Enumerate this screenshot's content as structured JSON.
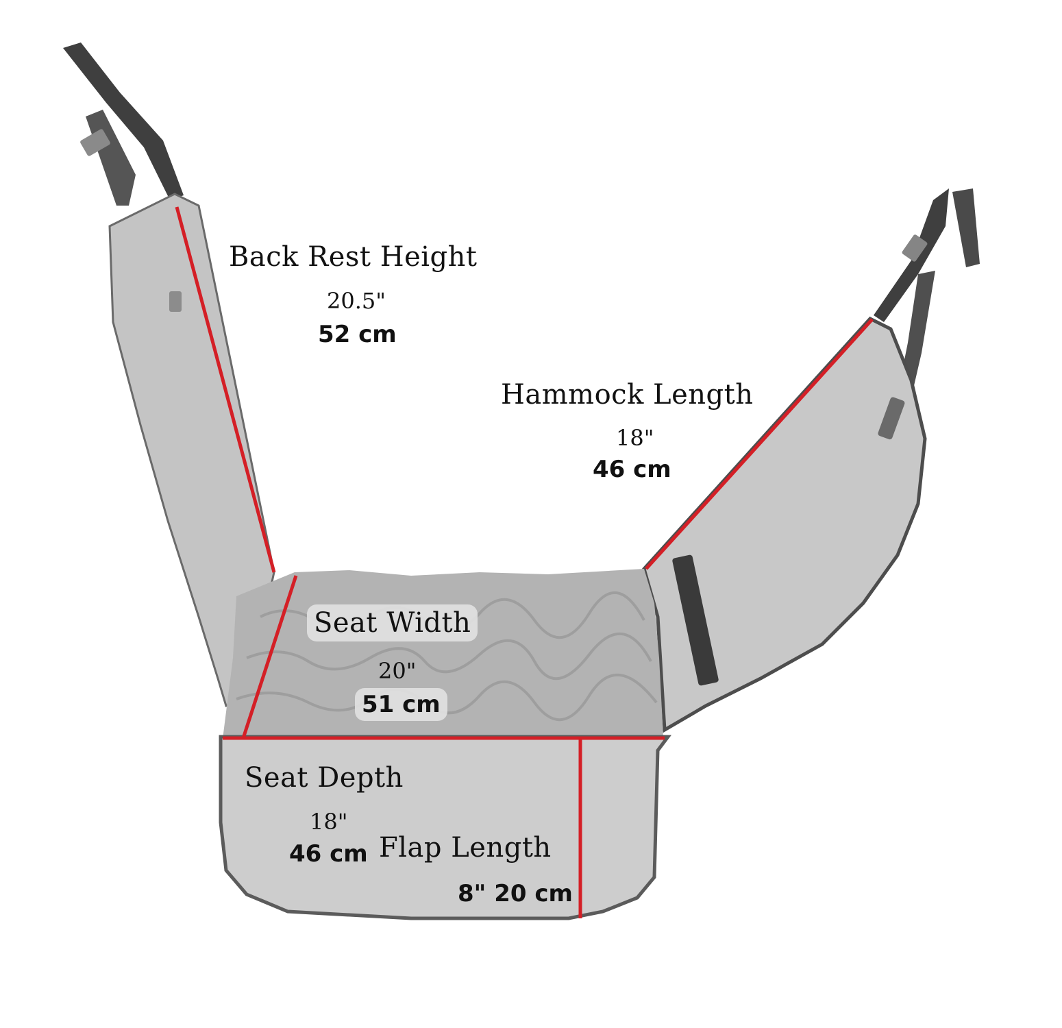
{
  "colors": {
    "measure_line": "#d41f26",
    "fabric_light": "#c9c9c9",
    "fabric_mid": "#b5b5b5",
    "fabric_edge": "#5b5b5b",
    "strap": "#3f3f3f",
    "label_chip": "#e0e0e0"
  },
  "labels": {
    "back_rest": {
      "title": "Back Rest Height",
      "inch": "20.5\"",
      "cm": "52 cm"
    },
    "hammock": {
      "title": "Hammock Length",
      "inch": "18\"",
      "cm": "46 cm"
    },
    "seat_width": {
      "title": "Seat Width",
      "inch": "20\"",
      "cm": "51 cm"
    },
    "seat_depth": {
      "title": "Seat Depth",
      "inch": "18\"",
      "cm": "46 cm"
    },
    "flap": {
      "title": "Flap Length",
      "measure": "8\" 20 cm"
    }
  }
}
